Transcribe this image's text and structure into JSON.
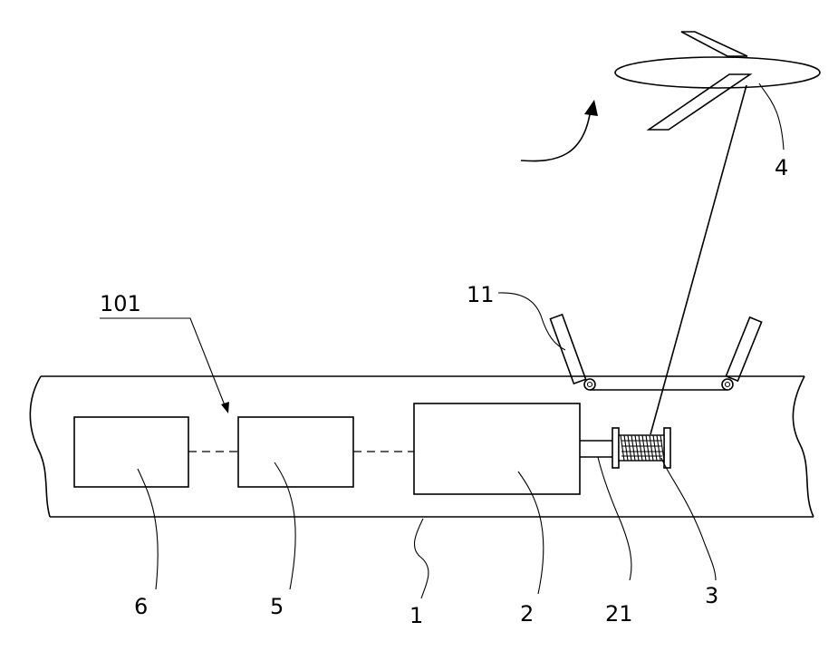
{
  "labels": {
    "ship": "1",
    "motor": "2",
    "shaft": "21",
    "winch": "3",
    "aircraft": "4",
    "unit_5": "5",
    "unit_6": "6",
    "rollers": "11",
    "link": "101"
  },
  "colors": {
    "line": "#000000",
    "background": "#ffffff"
  },
  "icons": {
    "direction_arrow": "curved-arrow-icon",
    "aircraft": "aircraft-icon",
    "winch": "winch-coil-icon"
  }
}
